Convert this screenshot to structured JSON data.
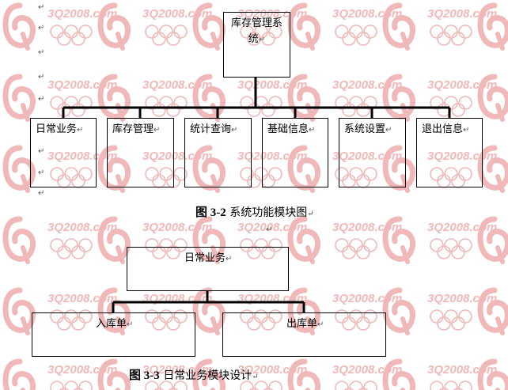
{
  "watermark": {
    "text": "3Q2008.com",
    "color": "#f0b8b8",
    "icons": [
      "q-logo-icon",
      "olympic-rings-icon"
    ]
  },
  "return_mark": "↵",
  "diagram1": {
    "root": {
      "line1": "库存管理系",
      "line2": "统"
    },
    "children": [
      {
        "label": "日常业务"
      },
      {
        "label": "库存管理"
      },
      {
        "label": "统计查询"
      },
      {
        "label": "基础信息"
      },
      {
        "label": "系统设置"
      },
      {
        "label": "退出信息"
      }
    ],
    "caption": {
      "number": "图 3-2",
      "text": "系统功能模块图"
    }
  },
  "diagram2": {
    "root": {
      "label": "日常业务"
    },
    "children": [
      {
        "label": "入库单"
      },
      {
        "label": "出库单"
      }
    ],
    "caption": {
      "number": "图 3-3",
      "text": "日常业务模块设计"
    }
  }
}
